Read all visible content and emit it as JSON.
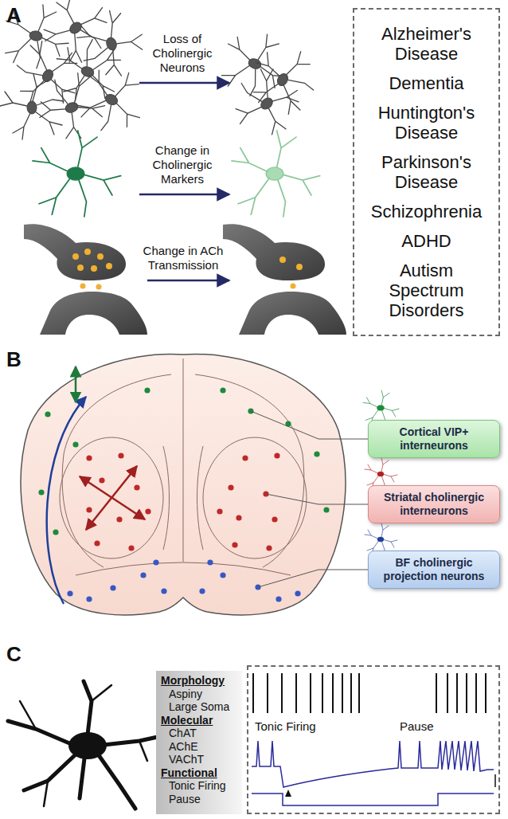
{
  "diagram": {
    "nodes": [
      {
        "text": [
          "Alzheimer's Disease",
          "Dementia",
          "Huntington's Disease",
          "Parkinson's Disease",
          "Schizophrenia",
          "ADHD",
          "Autism Spectrum Disorders"
        ]
      },
      {
        "text": [
          "Cortical VIP+ interneurons"
        ]
      },
      {
        "text": [
          "Striatal cholinergic interneurons"
        ]
      },
      {
        "text": [
          "BF cholinergic projection neurons"
        ]
      },
      {
        "text": [
          "Morphology",
          "Aspiny",
          "Large Soma",
          "Molecular",
          "ChAT",
          "AChE",
          "VAChT",
          "Functional",
          "Tonic Firing",
          "Pause"
        ]
      },
      {
        "text": [
          "Tonic Firing",
          "Pause"
        ]
      }
    ],
    "labels": [
      "A",
      "Loss of Cholinergic Neurons",
      "Change in Cholinergic Markers",
      "Change in ACh Transmission",
      "B",
      "C"
    ]
  }
}
